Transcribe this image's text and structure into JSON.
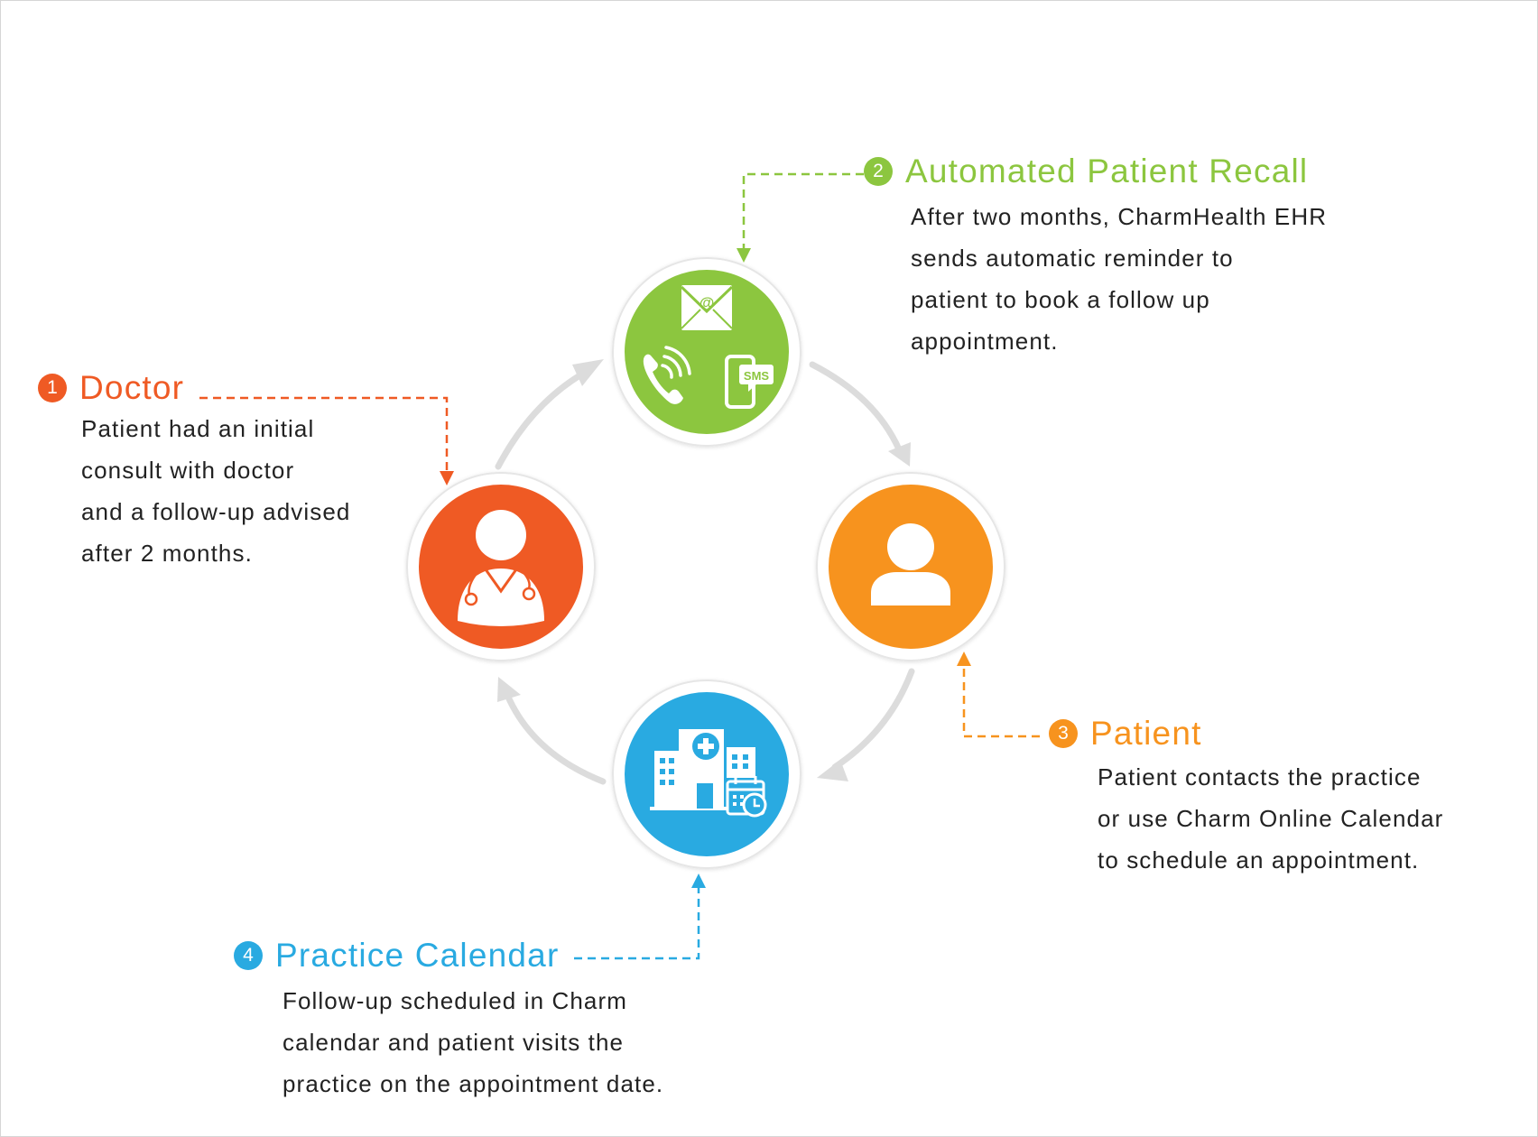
{
  "colors": {
    "doctor": "#ef5a24",
    "recall": "#8cc63f",
    "patient": "#f7931e",
    "calendar": "#29aae1",
    "cycle_arrow": "#dcdcdc",
    "ring": "#e6e6e6",
    "text": "#222222"
  },
  "steps": [
    {
      "id": "doctor",
      "number": "1",
      "title": "Doctor",
      "color": "#ef5a24",
      "icon": "doctor-icon",
      "lines": [
        "Patient had an initial",
        "consult with doctor",
        "and a follow-up advised",
        "after 2 months."
      ]
    },
    {
      "id": "recall",
      "number": "2",
      "title": "Automated Patient Recall",
      "color": "#8cc63f",
      "icon": "email-phone-sms-icon",
      "lines": [
        "After two months, CharmHealth EHR",
        "sends automatic reminder to",
        "patient to book a follow up",
        "appointment."
      ]
    },
    {
      "id": "patient",
      "number": "3",
      "title": "Patient",
      "color": "#f7931e",
      "icon": "patient-icon",
      "lines": [
        "Patient contacts the practice",
        "or use Charm Online Calendar",
        "to schedule an appointment."
      ]
    },
    {
      "id": "calendar",
      "number": "4",
      "title": "Practice Calendar",
      "color": "#29aae1",
      "icon": "hospital-calendar-icon",
      "lines": [
        "Follow-up scheduled in Charm",
        "calendar and patient visits the",
        "practice on the appointment date."
      ]
    }
  ],
  "icon_labels": {
    "email_symbol": "@",
    "sms_label": "SMS"
  }
}
